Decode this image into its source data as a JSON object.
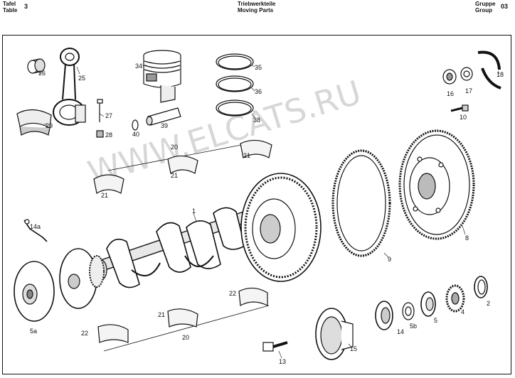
{
  "header": {
    "left": {
      "line1": "Tafel",
      "line2": "Table",
      "number": "3"
    },
    "center": {
      "line1": "Triebwerkteile",
      "line2": "Moving Parts"
    },
    "right": {
      "line1": "Gruppe",
      "line2": "Group",
      "number": "03"
    }
  },
  "watermark": "WWW.ELCATS.RU",
  "callouts": {
    "p1": "1",
    "p2": "2",
    "p4": "4",
    "p5": "5",
    "p5a": "5a",
    "p5b": "5b",
    "p8": "8",
    "p9": "9",
    "p10": "10",
    "p13": "13",
    "p14": "14",
    "p14a": "14a",
    "p15": "15",
    "p16": "16",
    "p17": "17",
    "p18": "18",
    "p20_top": "20",
    "p20_bottom": "20",
    "p21_a": "21",
    "p21_b": "21",
    "p21_c": "21",
    "p21_d": "21",
    "p22_a": "22",
    "p22_b": "22",
    "p25": "25",
    "p26": "26",
    "p27": "27",
    "p28": "28",
    "p29": "29",
    "p34": "34",
    "p35": "35",
    "p36": "36",
    "p38": "38",
    "p39": "39",
    "p40": "40"
  }
}
